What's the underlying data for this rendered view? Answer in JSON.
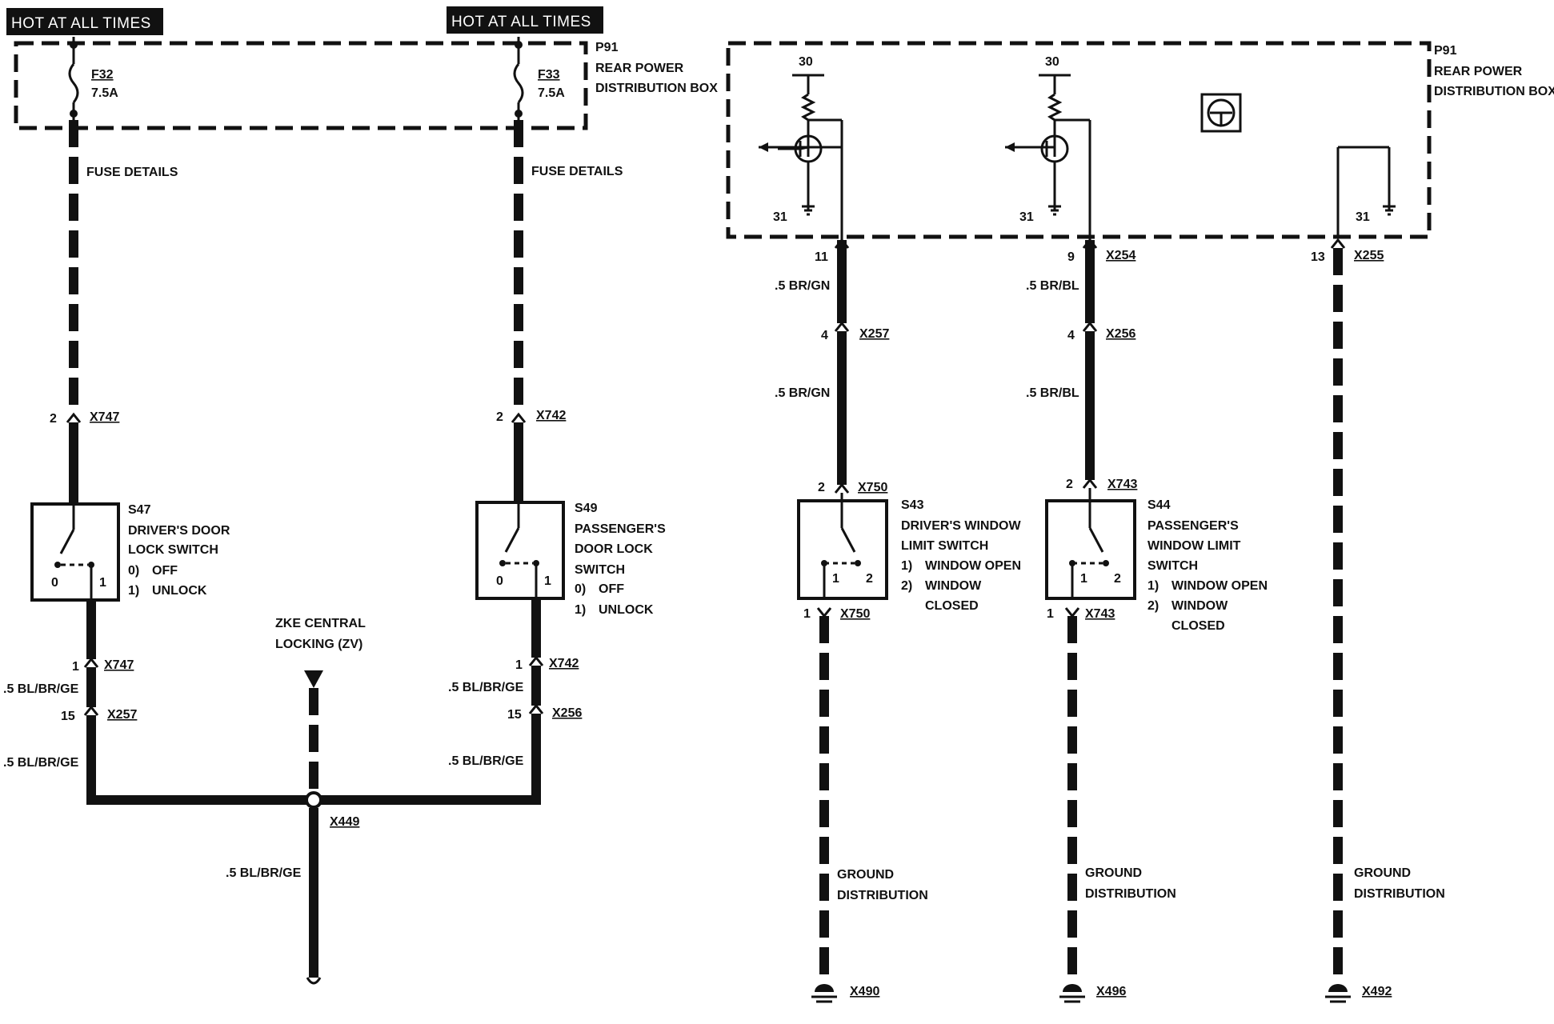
{
  "hot_labels": [
    "HOT AT ALL TIMES",
    "HOT AT ALL TIMES"
  ],
  "power_box": {
    "id": "P91",
    "name_line1": "REAR POWER",
    "name_line2": "DISTRIBUTION BOX"
  },
  "fuses": [
    {
      "id": "F32",
      "rating": "7.5A"
    },
    {
      "id": "F33",
      "rating": "7.5A"
    }
  ],
  "fuse_details": "FUSE DETAILS",
  "transistor_pins": {
    "supply": "30",
    "ground": "31"
  },
  "connectors": {
    "x747_top": {
      "pin": "2",
      "id": "X747"
    },
    "x742_top": {
      "pin": "2",
      "id": "X742"
    },
    "x747_bot": {
      "pin": "1",
      "id": "X747"
    },
    "x742_bot": {
      "pin": "1",
      "id": "X742"
    },
    "x257_left": {
      "pin": "15",
      "id": "X257"
    },
    "x256_left": {
      "pin": "15",
      "id": "X256"
    },
    "x254": {
      "pin": "9",
      "id": "X254"
    },
    "pin11": "11",
    "x255": {
      "pin": "13",
      "id": "X255"
    },
    "x257_right": {
      "pin": "4",
      "id": "X257"
    },
    "x256_right": {
      "pin": "4",
      "id": "X256"
    },
    "x750_top": {
      "pin": "2",
      "id": "X750"
    },
    "x743_top": {
      "pin": "2",
      "id": "X743"
    },
    "x750_bot": {
      "pin": "1",
      "id": "X750"
    },
    "x743_bot": {
      "pin": "1",
      "id": "X743"
    },
    "x449": "X449"
  },
  "wire_colors": {
    "bl_br_ge": ".5 BL/BR/GE",
    "br_gn": ".5 BR/GN",
    "br_bl": ".5 BR/BL"
  },
  "switches": {
    "s47": {
      "id": "S47",
      "line1": "DRIVER'S DOOR",
      "line2": "LOCK SWITCH",
      "opt0_num": "0)",
      "opt0": "OFF",
      "opt1_num": "1)",
      "opt1": "UNLOCK",
      "pos_a": "0",
      "pos_b": "1"
    },
    "s49": {
      "id": "S49",
      "line1": "PASSENGER'S",
      "line2": "DOOR LOCK",
      "line3": "SWITCH",
      "opt0_num": "0)",
      "opt0": "OFF",
      "opt1_num": "1)",
      "opt1": "UNLOCK",
      "pos_a": "0",
      "pos_b": "1"
    },
    "s43": {
      "id": "S43",
      "line1": "DRIVER'S WINDOW",
      "line2": "LIMIT SWITCH",
      "opt1_num": "1)",
      "opt1": "WINDOW OPEN",
      "opt2_num": "2)",
      "opt2a": "WINDOW",
      "opt2b": "CLOSED",
      "pos_a": "1",
      "pos_b": "2"
    },
    "s44": {
      "id": "S44",
      "line1": "PASSENGER'S",
      "line2": "WINDOW LIMIT",
      "line3": "SWITCH",
      "opt1_num": "1)",
      "opt1": "WINDOW OPEN",
      "opt2_num": "2)",
      "opt2a": "WINDOW",
      "opt2b": "CLOSED",
      "pos_a": "1",
      "pos_b": "2"
    }
  },
  "zke": {
    "line1": "ZKE CENTRAL",
    "line2": "LOCKING (ZV)"
  },
  "ground": {
    "line1": "GROUND",
    "line2": "DISTRIBUTION",
    "points": [
      "X490",
      "X496",
      "X492"
    ]
  }
}
